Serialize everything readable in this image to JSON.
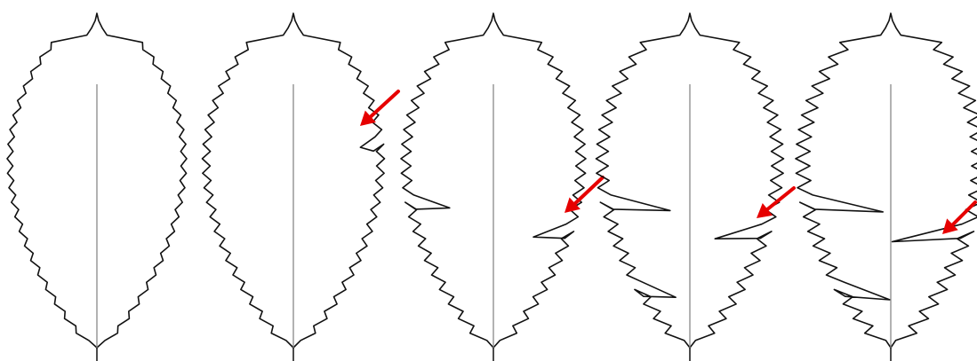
{
  "figure": {
    "description_text": "",
    "panel_count": 5
  },
  "leaves": [
    {
      "stage": 1,
      "incisions": [],
      "arrow": false
    },
    {
      "stage": 2,
      "incisions": [
        {
          "side": "right",
          "depth": 0.18
        }
      ],
      "arrow": true
    },
    {
      "stage": 3,
      "incisions": [
        {
          "side": "right",
          "depth": 0.45
        },
        {
          "side": "left",
          "depth": 0.45
        }
      ],
      "arrow": true
    },
    {
      "stage": 4,
      "incisions": [
        {
          "side": "right",
          "depth": 0.65
        },
        {
          "side": "left",
          "depth": 0.75
        },
        {
          "side": "left",
          "depth": 0.7
        }
      ],
      "arrow": true
    },
    {
      "stage": 5,
      "incisions": [
        {
          "side": "right",
          "depth": 0.98
        },
        {
          "side": "left",
          "depth": 0.9
        },
        {
          "side": "left",
          "depth": 0.98
        }
      ],
      "arrow": true
    }
  ],
  "colors": {
    "outline": "#111111",
    "midrib": "#888888",
    "arrow": "#e60000",
    "background": "#ffffff"
  }
}
